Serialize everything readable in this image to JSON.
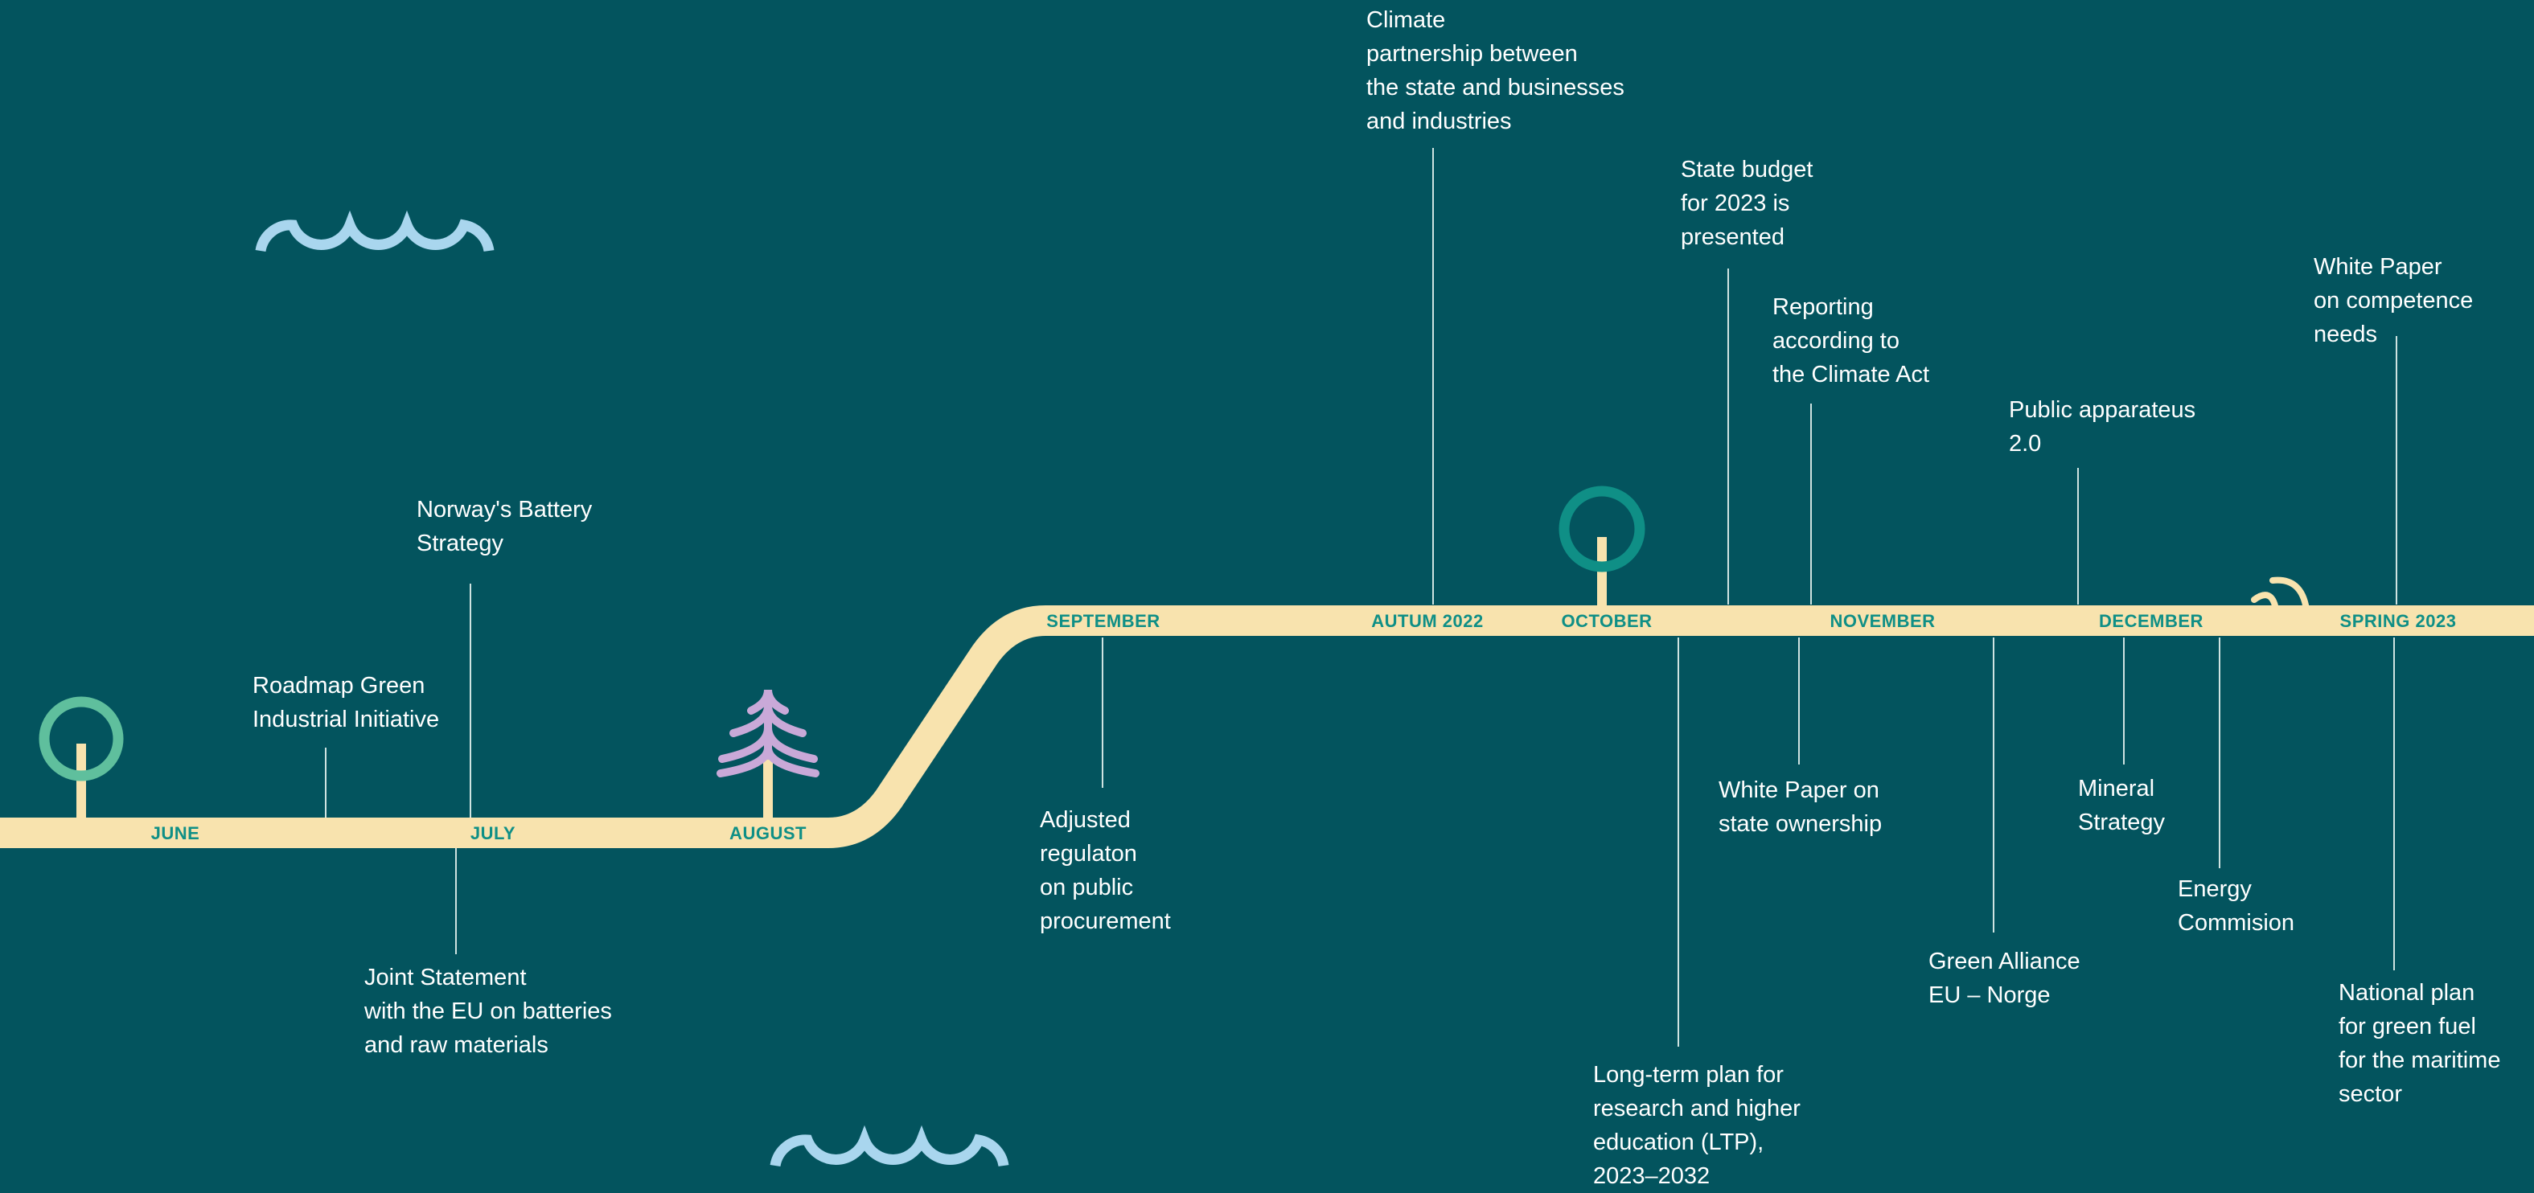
{
  "colors": {
    "background": "#03545e",
    "track": "#f8e3ae",
    "month_text": "#0f8f86",
    "connector": "#cfe3e1",
    "wave": "#a9d6ee",
    "tree_round_light": "#5fbf9d",
    "tree_round_dark": "#0f8f86",
    "tree_pine": "#c9a9d8"
  },
  "icons": [
    "wave-icon",
    "round-tree-icon",
    "pine-tree-icon",
    "sprout-icon"
  ],
  "months": {
    "june": "JUNE",
    "july": "JULY",
    "august": "AUGUST",
    "september": "SEPTEMBER",
    "autumn": "AUTUM 2022",
    "october": "OCTOBER",
    "november": "NOVEMBER",
    "december": "DECEMBER",
    "spring": "SPRING 2023"
  },
  "events": {
    "roadmap": "Roadmap Green\nIndustrial Initiative",
    "battery": "Norway's Battery\nStrategy",
    "joint": "Joint Statement\nwith the EU on batteries\nand raw materials",
    "regulation": "Adjusted\nregulaton\non public\nprocurement",
    "climate_partnership": "Climate\npartnership between\nthe state and businesses\nand industries",
    "budget": "State budget\nfor 2023 is\npresented",
    "reporting": "Reporting\naccording to\nthe Climate Act",
    "ltp": "Long-term plan for\nresearch and higher\neducation (LTP),\n2023–2032",
    "ownership": "White Paper on\nstate ownership",
    "green_alliance": "Green Alliance\nEU – Norge",
    "public_apparatus": "Public apparateus\n2.0",
    "mineral": "Mineral\nStrategy",
    "energy": "Energy\nCommision",
    "competence": "White Paper\non competence\nneeds",
    "green_fuel": "National plan\nfor green fuel\nfor the maritime\nsector"
  }
}
